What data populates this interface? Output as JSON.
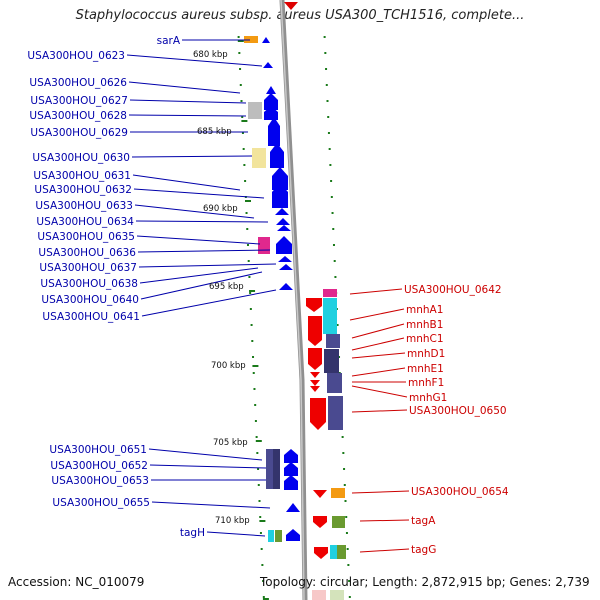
{
  "title": "Staphylococcus aureus subsp. aureus USA300_TCH1516, complete...",
  "footer": {
    "accession": "Accession: NC_010079",
    "topology": "Topology: circular; Length: 2,872,915 bp; Genes: 2,739"
  },
  "kbp_labels": [
    "680 kbp",
    "685 kbp",
    "690 kbp",
    "695 kbp",
    "700 kbp",
    "705 kbp",
    "710 kbp"
  ],
  "left_genes": [
    "sarA",
    "USA300HOU_0623",
    "USA300HOU_0626",
    "USA300HOU_0627",
    "USA300HOU_0628",
    "USA300HOU_0629",
    "USA300HOU_0630",
    "USA300HOU_0631",
    "USA300HOU_0632",
    "USA300HOU_0633",
    "USA300HOU_0634",
    "USA300HOU_0635",
    "USA300HOU_0636",
    "USA300HOU_0637",
    "USA300HOU_0638",
    "USA300HOU_0640",
    "USA300HOU_0641",
    "USA300HOU_0651",
    "USA300HOU_0652",
    "USA300HOU_0653",
    "USA300HOU_0655",
    "tagH"
  ],
  "right_genes": [
    "USA300HOU_0642",
    "mnhA1",
    "mnhB1",
    "mnhC1",
    "mnhD1",
    "mnhE1",
    "mnhF1",
    "mnhG1",
    "USA300HOU_0650",
    "USA300HOU_0654",
    "tagA",
    "tagG"
  ],
  "colors": {
    "left_label": "#0000aa",
    "right_label": "#cc0000",
    "tick": "#1a7a1a"
  }
}
